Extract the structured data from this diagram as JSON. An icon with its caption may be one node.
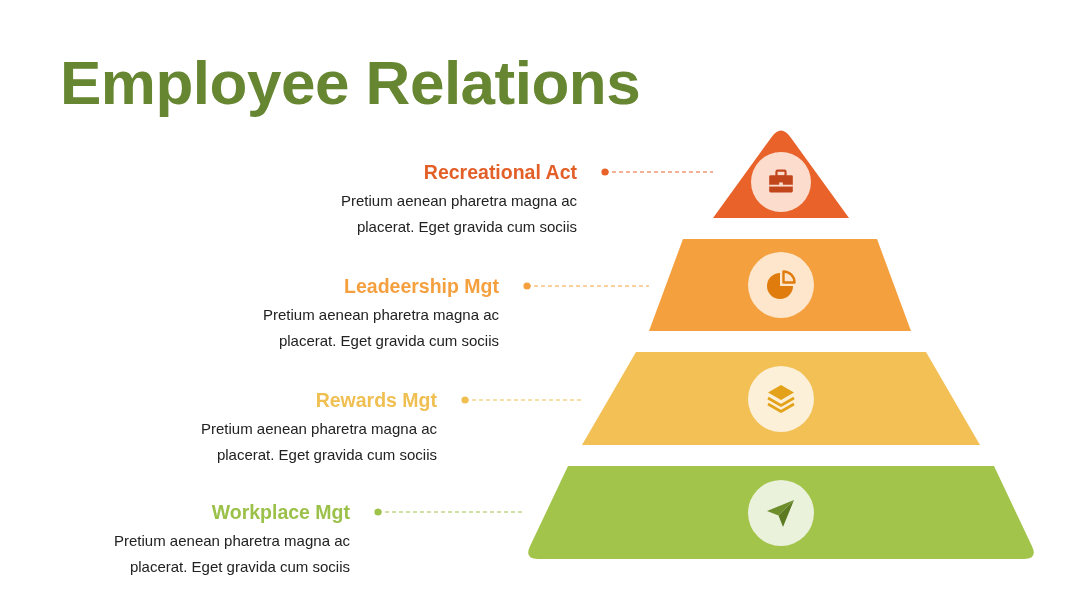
{
  "diagram": {
    "title": "Employee Relations",
    "nodes": [
      {
        "text": [
          "Recreational Act",
          "Pretium aenean pharetra magna ac placerat. Eget gravida cum sociis"
        ]
      },
      {
        "text": [],
        "shape": "triangle"
      },
      {
        "text": [
          "Leadeership Mgt",
          "Pretium aenean pharetra magna ac placerat. Eget gravida cum sociis"
        ]
      },
      {
        "text": [],
        "shape": "trapezoid"
      },
      {
        "text": [
          "Rewards Mgt",
          "Pretium aenean pharetra magna ac placerat. Eget gravida cum sociis"
        ]
      },
      {
        "text": [],
        "shape": "trapezoid"
      },
      {
        "text": [
          "Workplace Mgt",
          "Pretium aenean pharetra magna ac placerat. Eget gravida cum sociis"
        ]
      },
      {
        "text": [],
        "shape": "trapezoid"
      }
    ],
    "edges": [
      {
        "from": 0,
        "to": 1,
        "arrow": "other",
        "style": "dashed",
        "color": "#e8622a"
      },
      {
        "from": 2,
        "to": 3,
        "arrow": "other",
        "style": "dashed",
        "color": "#f5a03f"
      },
      {
        "from": 4,
        "to": 5,
        "arrow": "other",
        "style": "dashed",
        "color": "#efbf52"
      },
      {
        "from": 6,
        "to": 7,
        "arrow": "other",
        "style": "dashed",
        "color": "#9fc24a"
      }
    ]
  }
}
